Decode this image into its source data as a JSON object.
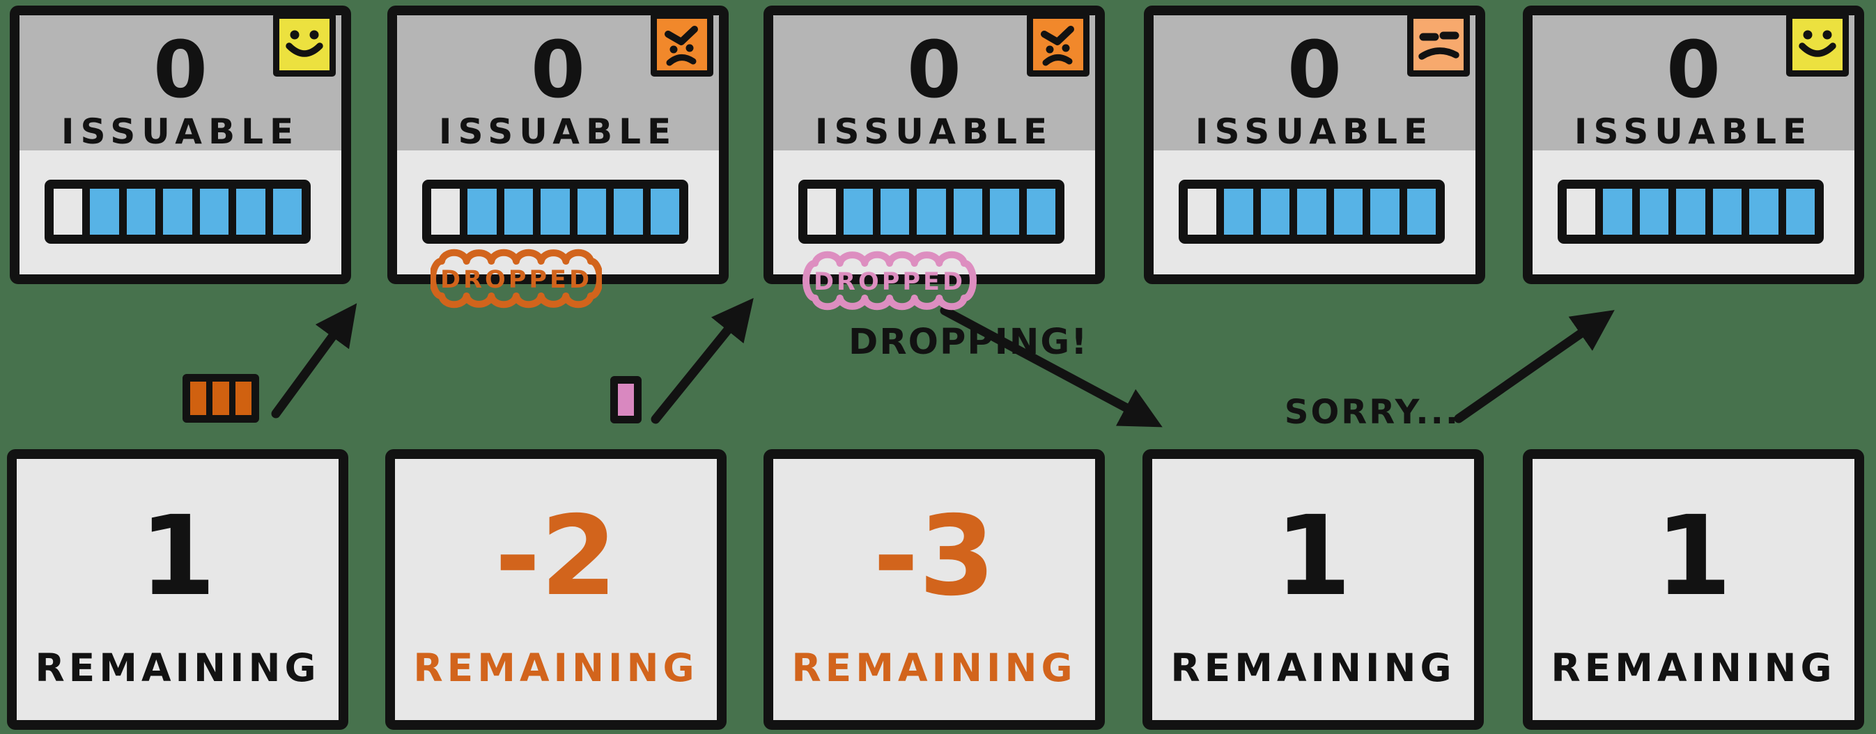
{
  "colors": {
    "background": "#47724d",
    "accent_orange": "#d2641c",
    "accent_pink": "#dd8ec0",
    "bar_blue": "#57b3e6",
    "face_yellow": "#ece13f",
    "face_orange": "#f1882b",
    "face_peach": "#f7a96d",
    "token_orange": "#d06110",
    "token_pink": "#d988c0",
    "ink": "#121212",
    "card_bg": "#e7e7e7",
    "header_gray": "#b5b5b5"
  },
  "panels": [
    {
      "issuable_value": "0",
      "issuable_label": "ISSUABLE",
      "mood": "happy",
      "bar_cells": [
        0,
        1,
        1,
        1,
        1,
        1,
        1
      ],
      "badge": null,
      "remaining_value": "1",
      "remaining_label": "REMAINING",
      "remaining_negative": false
    },
    {
      "issuable_value": "0",
      "issuable_label": "ISSUABLE",
      "mood": "angry",
      "bar_cells": [
        0,
        1,
        1,
        1,
        1,
        1,
        1
      ],
      "badge": "DROPPED",
      "badge_color": "orange",
      "remaining_value": "-2",
      "remaining_label": "REMAINING",
      "remaining_negative": true
    },
    {
      "issuable_value": "0",
      "issuable_label": "ISSUABLE",
      "mood": "angry",
      "bar_cells": [
        0,
        1,
        1,
        1,
        1,
        1,
        1
      ],
      "badge": "DROPPED",
      "badge_color": "pink",
      "remaining_value": "-3",
      "remaining_label": "REMAINING",
      "remaining_negative": true
    },
    {
      "issuable_value": "0",
      "issuable_label": "ISSUABLE",
      "mood": "unamused",
      "bar_cells": [
        0,
        1,
        1,
        1,
        1,
        1,
        1
      ],
      "badge": null,
      "remaining_value": "1",
      "remaining_label": "REMAINING",
      "remaining_negative": false
    },
    {
      "issuable_value": "0",
      "issuable_label": "ISSUABLE",
      "mood": "happy",
      "bar_cells": [
        0,
        1,
        1,
        1,
        1,
        1,
        1
      ],
      "badge": null,
      "remaining_value": "1",
      "remaining_label": "REMAINING",
      "remaining_negative": false
    }
  ],
  "tokens": {
    "orange_cells": [
      1,
      1,
      1
    ],
    "pink_cells": [
      1
    ]
  },
  "annotations": {
    "dropping_label": "DROPPING!",
    "sorry_label": "SORRY..."
  }
}
